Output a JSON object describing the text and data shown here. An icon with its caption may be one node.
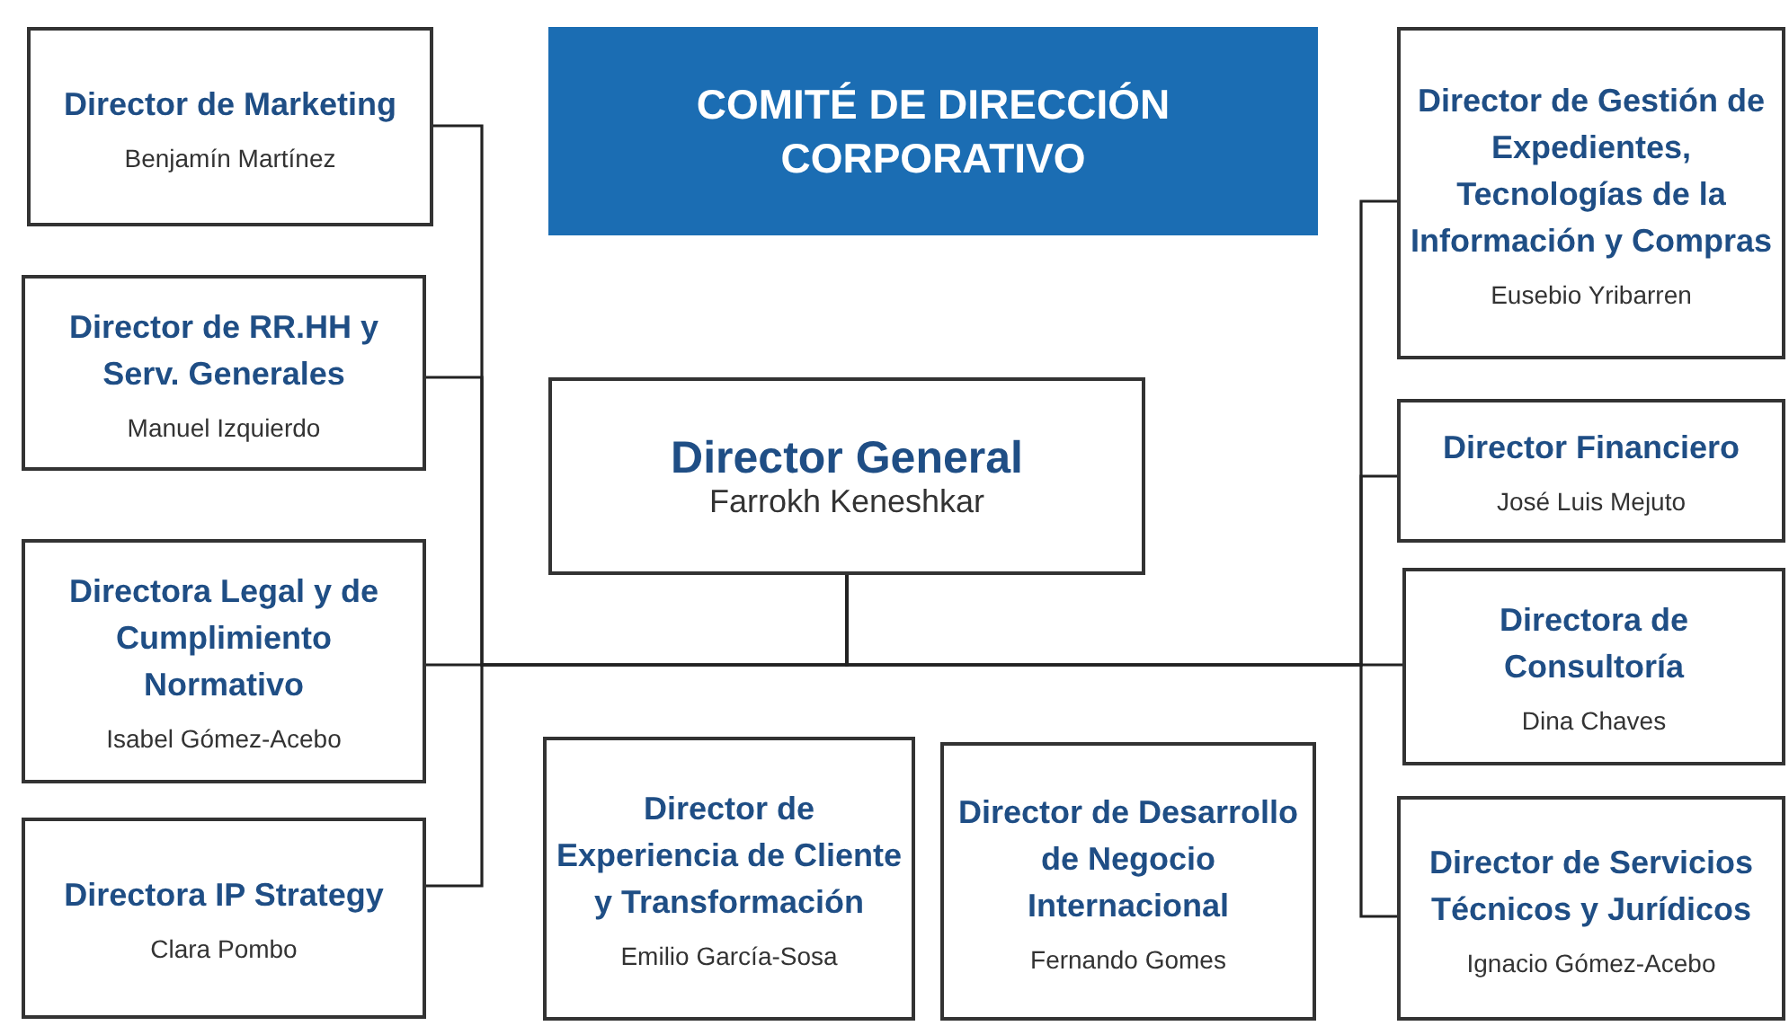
{
  "diagram": {
    "nodes": [
      {
        "text": [
          "Director de Marketing",
          "Benjamín Martínez"
        ]
      },
      {
        "text": [
          "COMITÉ DE DIRECCIÓN CORPORATIVO"
        ]
      },
      {
        "text": [
          "Director de Gestión de Expedientes, Tecnologías de la Información y Compras",
          "Eusebio Yribarren"
        ]
      },
      {
        "text": [
          "Director de RR.HH y Serv. Generales",
          "Manuel Izquierdo"
        ]
      },
      {
        "text": [
          "Director General",
          "Farrokh Keneshkar"
        ]
      },
      {
        "text": [
          "Director Financiero",
          "José Luis Mejuto"
        ]
      },
      {
        "text": [
          "Directora Legal y de Cumplimiento Normativo",
          "Isabel Gómez-Acebo"
        ]
      },
      {
        "text": [
          "Directora de Consultoría",
          "Dina Chaves"
        ]
      },
      {
        "text": [
          "Directora IP Strategy",
          "Clara Pombo"
        ]
      },
      {
        "text": [
          "Director de Experiencia de Cliente y Transformación",
          "Emilio García-Sosa"
        ]
      },
      {
        "text": [
          "Director de Desarrollo de Negocio Internacional",
          "Fernando Gomes"
        ]
      },
      {
        "text": [
          "Director de Servicios Técnicos y Jurídicos",
          "Ignacio Gómez-Acebo"
        ]
      }
    ],
    "edges": [
      {
        "from": 4,
        "to": 0,
        "arrow": "none"
      },
      {
        "from": 4,
        "to": 3,
        "arrow": "none"
      },
      {
        "from": 4,
        "to": 6,
        "arrow": "none"
      },
      {
        "from": 4,
        "to": 8,
        "arrow": "none"
      },
      {
        "from": 4,
        "to": 2,
        "arrow": "none"
      },
      {
        "from": 4,
        "to": 5,
        "arrow": "none"
      },
      {
        "from": 4,
        "to": 7,
        "arrow": "none"
      },
      {
        "from": 4,
        "to": 11,
        "arrow": "none"
      }
    ]
  }
}
